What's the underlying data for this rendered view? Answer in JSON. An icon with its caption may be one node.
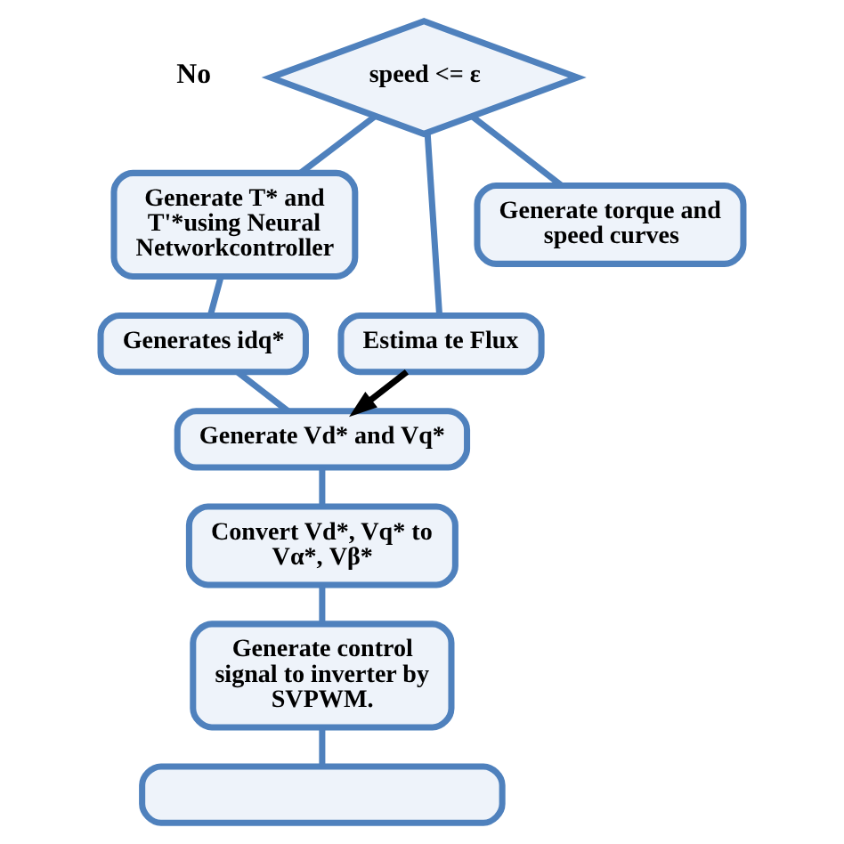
{
  "diagram": {
    "nodes": [
      {
        "text": [
          "speed <= ε"
        ]
      },
      {
        "text": [
          "Generate T* and T'*using Neural Networkcontroller"
        ]
      },
      {
        "text": [
          "Estima te Flux"
        ]
      },
      {
        "text": [
          "Generate torque and speed curves"
        ]
      },
      {
        "text": [
          "Generates idq*"
        ]
      },
      {
        "text": [
          "Generate Vd* and Vq*"
        ]
      },
      {
        "text": [
          "Convert Vd*, Vq* to Vα*, Vβ*"
        ]
      },
      {
        "text": [
          "Generate control signal to inverter by SVPWM."
        ]
      },
      {
        "text": [],
        "shape": "box"
      }
    ],
    "edges": [
      {
        "from": 0,
        "to": 1,
        "arrow": "none"
      },
      {
        "from": 0,
        "to": 2,
        "arrow": "none"
      },
      {
        "from": 0,
        "to": 3,
        "arrow": "none"
      },
      {
        "from": 1,
        "to": 4,
        "arrow": "none"
      },
      {
        "from": 4,
        "to": 5,
        "arrow": "none"
      },
      {
        "from": 2,
        "to": 5,
        "arrow": "to",
        "color": "#000000"
      },
      {
        "from": 5,
        "to": 6,
        "arrow": "none"
      },
      {
        "from": 6,
        "to": 7,
        "arrow": "none"
      },
      {
        "from": 7,
        "to": 8,
        "arrow": "none"
      }
    ],
    "labels": [
      "No"
    ]
  }
}
